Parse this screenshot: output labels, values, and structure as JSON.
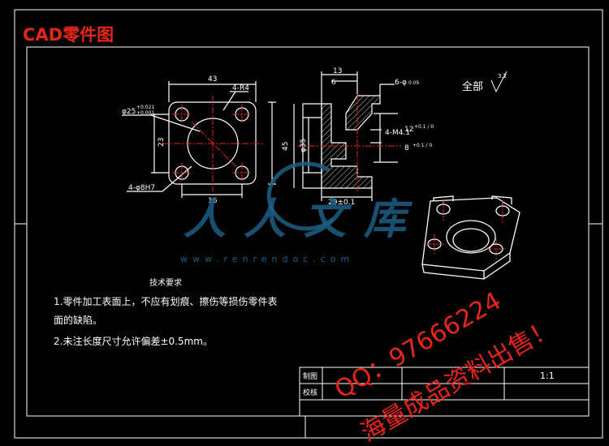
{
  "banner": {
    "text": "CAD零件图",
    "color": "#e8251c"
  },
  "colors": {
    "background": "#000000",
    "lines": "#ffffff",
    "center_lines": "#e0241b",
    "hatch": "#ffffff",
    "watermark_blue": "#1d5f86"
  },
  "front_view": {
    "dim_width": "43",
    "dim_corner_radius": "4-R4",
    "dim_bore": "φ25",
    "dim_bore_tol_upper": "+0.021",
    "dim_bore_tol_lower": "+0.001",
    "dim_height": "23",
    "dim_holes": "4-φ8H7",
    "dim_spacing": "16"
  },
  "side_view": {
    "dim_top": "13",
    "dim_top_inner": "6",
    "dim_slot": "6-φ",
    "dim_slot_tol": "0.05",
    "dim_thread": "4-M4.1",
    "dim_left_1": "45",
    "dim_left_2": "φ35",
    "dim_right_1": "12",
    "dim_right_1_tol": "+0.1 / 0",
    "dim_right_2": "8",
    "dim_right_2_tol": "+0.1 / 0",
    "dim_bottom": "29±0.1"
  },
  "surface_note": {
    "label": "全部",
    "roughness": "3.2"
  },
  "tech_requirements": {
    "title": "技术要求",
    "items": [
      "1.零件加工表面上，不应有划痕、擦伤等损伤零件表",
      "面的缺陷。",
      "2.未注长度尺寸允许偏差±0.5mm。"
    ]
  },
  "title_block": {
    "row1_label": "制图",
    "row2_label": "校核",
    "scale": "1:1"
  },
  "watermarks": {
    "site_name": "人人文库",
    "site_url": "www.renrendoc.com",
    "qq_line": "QQ：97666224",
    "sale_line": "海量成品资料出售！"
  }
}
